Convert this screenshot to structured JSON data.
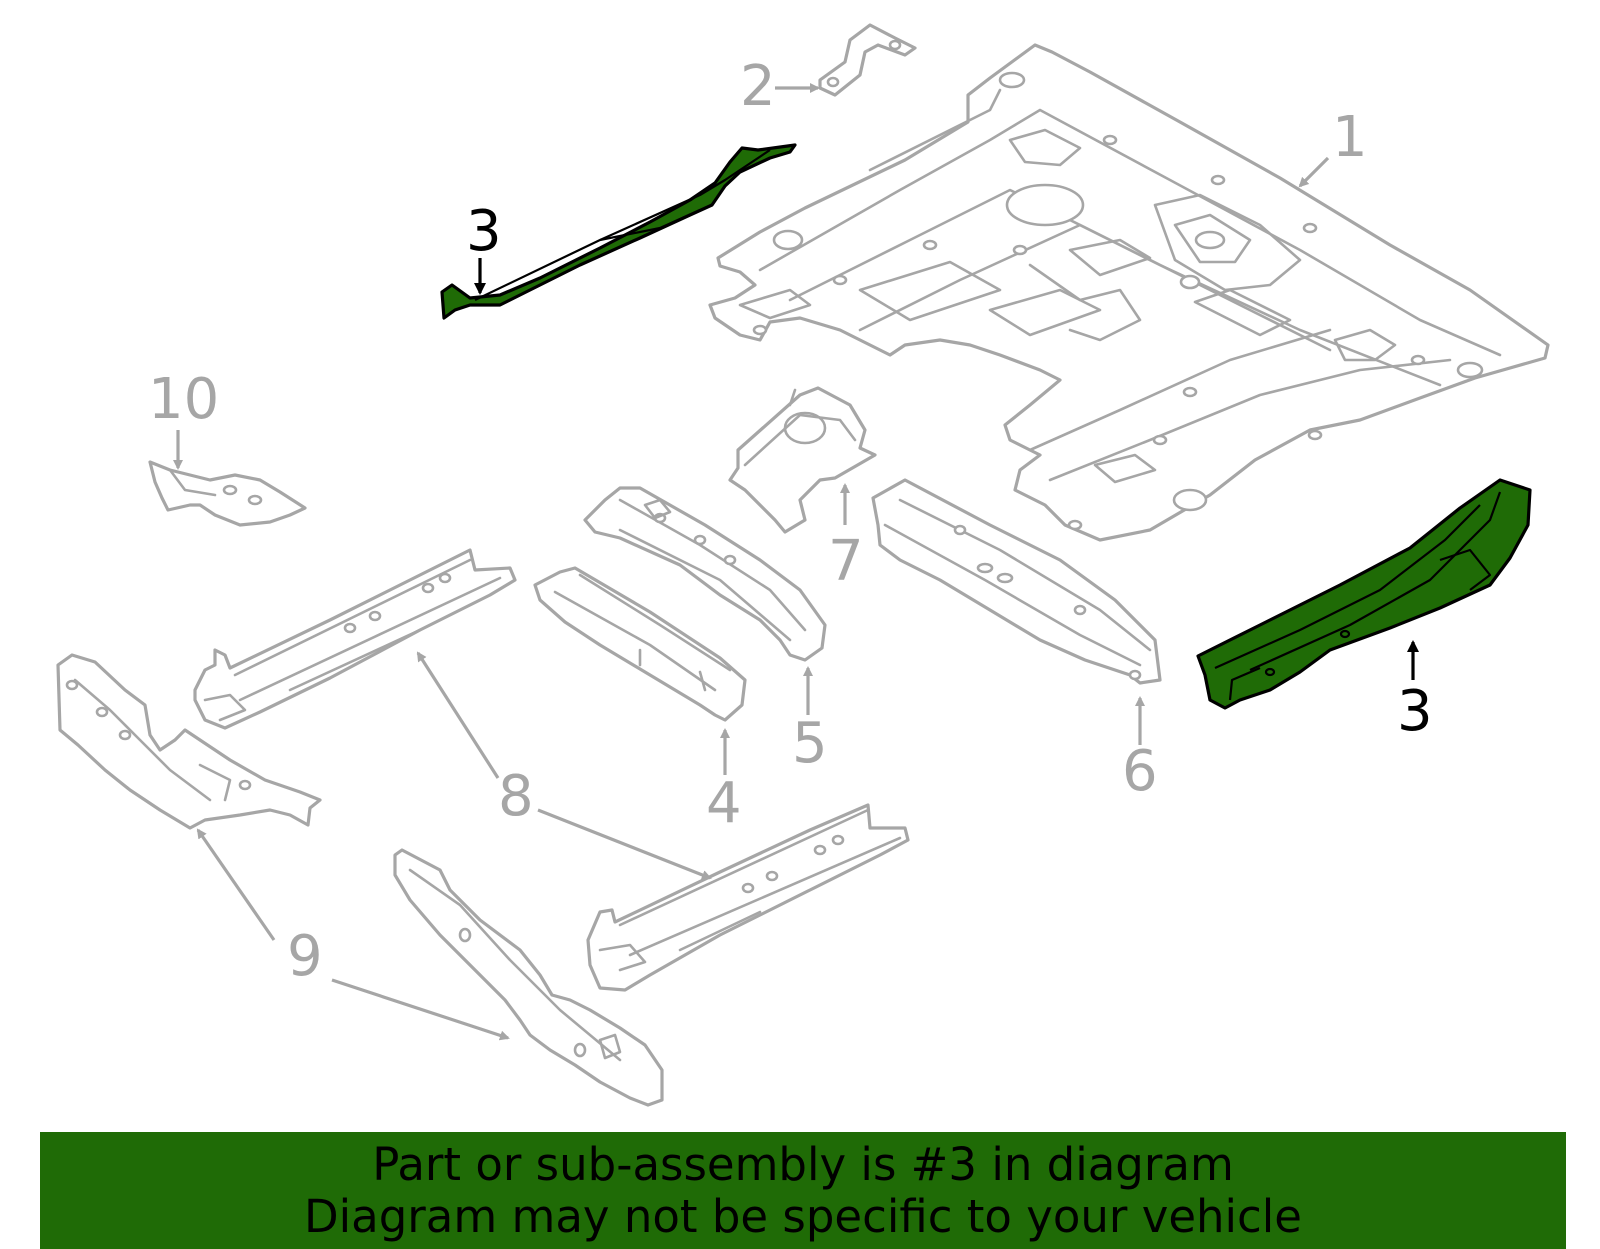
{
  "colors": {
    "highlight": "#1f6b06",
    "outline": "#a6a6a6",
    "banner": "#1f6b06",
    "banner_text": "#000000"
  },
  "callouts": {
    "c1": "1",
    "c2": "2",
    "c3a": "3",
    "c3b": "3",
    "c4": "4",
    "c5": "5",
    "c6": "6",
    "c7": "7",
    "c8": "8",
    "c9": "9",
    "c10": "10"
  },
  "highlighted_part": "3",
  "banner": {
    "line1": "Part or sub-assembly is #3 in diagram",
    "line2": "Diagram may not be specific to your vehicle"
  }
}
